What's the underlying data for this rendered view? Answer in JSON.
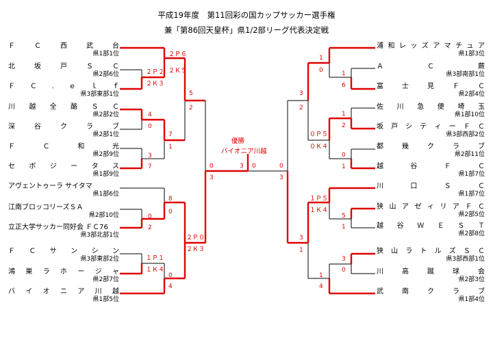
{
  "title": {
    "line1": "平成19年度　第11回彩の国カップサッカー選手権",
    "line2": "兼「第86回天皇杯」県1/2部リーグ代表決定戦"
  },
  "champion": {
    "label": "優勝",
    "team": "バイオニア川越"
  },
  "left_teams": [
    {
      "name": "ＦＣ西武台",
      "sub": "県1部1位"
    },
    {
      "name": "北坂戸ＳＣ",
      "sub": "県2部6位"
    },
    {
      "name": "ＦＣ.ｅｌｆ",
      "sub": "県3部東部1位"
    },
    {
      "name": "川越全酪ＳＣ",
      "sub": "県2部2位"
    },
    {
      "name": "深谷クラブ",
      "sub": "県2部1位"
    },
    {
      "name": "ＦＣ和光",
      "sub": "県2部9位"
    },
    {
      "name": "セボジータス",
      "sub": "県1部9位"
    },
    {
      "name": "アヴェントゥーラ サイタマ",
      "sub": "県1部6位"
    },
    {
      "name": "江南ブロッコリーズＳＡ",
      "sub": "県2部10位"
    },
    {
      "name": "立正大学サッカー同好会 ＦＣ76",
      "sub": "県3部北部1位"
    },
    {
      "name": "ＦＣサンシン",
      "sub": "県3部東部2位"
    },
    {
      "name": "鴻巣ラホージャ",
      "sub": "県2部7位"
    },
    {
      "name": "バイオニア川越",
      "sub": "県1部5位"
    }
  ],
  "right_teams": [
    {
      "name": "浦和レッズアマチュア",
      "sub": "県1部3位"
    },
    {
      "name": "ＡＣ蕨",
      "sub": "県3部南部1位"
    },
    {
      "name": "富士見ＦＣ",
      "sub": "県2部4位"
    },
    {
      "name": "佐川急便埼玉",
      "sub": "県1部10位"
    },
    {
      "name": "坂戸シティーＦＣ",
      "sub": "県3部西部2位"
    },
    {
      "name": "都幾クラブ",
      "sub": "県2部11位"
    },
    {
      "name": "越谷ＦＣ",
      "sub": "県1部7位"
    },
    {
      "name": "川口ＳＣ",
      "sub": "県1部7位"
    },
    {
      "name": "狭山アゼィリアＦＣ",
      "sub": "県2部5位"
    },
    {
      "name": "越谷ＷＥＳＴ",
      "sub": "県2部8位"
    },
    {
      "name": "狭山ラトルズＳＣ",
      "sub": "県3部西部1位"
    },
    {
      "name": "川高蹴球会",
      "sub": "県2部3位"
    },
    {
      "name": "武南クラブ",
      "sub": "県1部4位"
    }
  ],
  "scores": {
    "L_r1a_top": "２Ｐ２",
    "L_r1a_bot": "２Ｋ３",
    "L_r2a_top": "２Ｐ６",
    "L_r2a_bot": "２Ｋ５",
    "L_r1b_top": "4",
    "L_r1b_bot": "0",
    "L_r1c_top": "3",
    "L_r1c_bot": "7",
    "L_r2b_top": "7",
    "L_r2b_bot": "1",
    "L_r3a_top": "5",
    "L_r3a_bot": "2",
    "L_r1d_top": "0",
    "L_r1d_bot": "2",
    "L_r2c_top": "8",
    "L_r2c_bot": "0",
    "L_r1e_top": "１Ｐ１",
    "L_r1e_bot": "１Ｋ４",
    "L_r2d_top": "0",
    "L_r2d_bot": "4",
    "L_r3b_top": "２Ｐ０",
    "L_r3b_bot": "２Ｋ３",
    "L_sf_top": "0",
    "L_sf_bot": "3",
    "F_left": "3",
    "F_right": "0",
    "R_sf_top": "0",
    "R_sf_bot": "3",
    "R_r2a_top": "1",
    "R_r2a_bot": "0",
    "R_r1a_top": "1",
    "R_r1a_bot": "6",
    "R_r3a_top": "3",
    "R_r3a_bot": "2",
    "R_r1b_top": "1",
    "R_r1b_bot": "2",
    "R_r2b_top": "０Ｐ５",
    "R_r2b_bot": "０Ｋ４",
    "R_r1c_top": "0",
    "R_r1c_bot": "1",
    "R_r2c_top": "１Ｐ５",
    "R_r2c_bot": "１Ｋ４",
    "R_r1d_top": "5",
    "R_r1d_bot": "1",
    "R_r3b_top": "3",
    "R_r3b_bot": "1",
    "R_r1e_top": "3",
    "R_r1e_bot": "0",
    "R_r2d_top": "1",
    "R_r2d_bot": "4"
  },
  "colors": {
    "winner_line": "#e00000",
    "loser_line": "#000000",
    "score_text": "#e00000"
  }
}
